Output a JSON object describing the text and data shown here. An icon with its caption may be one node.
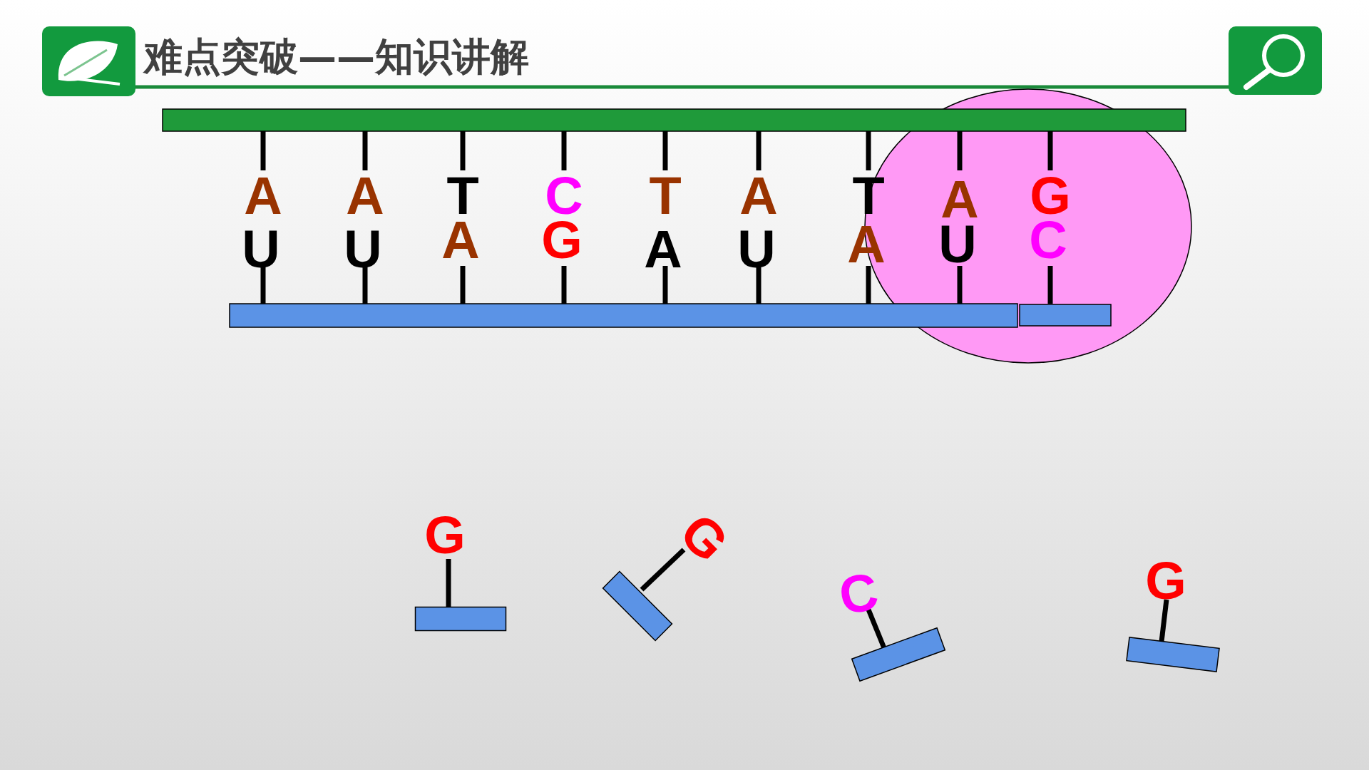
{
  "diagram": {
    "title": "难点突破——知识讲解",
    "labels": [
      "A",
      "A",
      "T",
      "C",
      "T",
      "A",
      "T",
      "A",
      "G",
      "U",
      "U",
      "A",
      "G",
      "A",
      "U",
      "A",
      "U",
      "C",
      "G",
      "G",
      "C",
      "G"
    ]
  }
}
